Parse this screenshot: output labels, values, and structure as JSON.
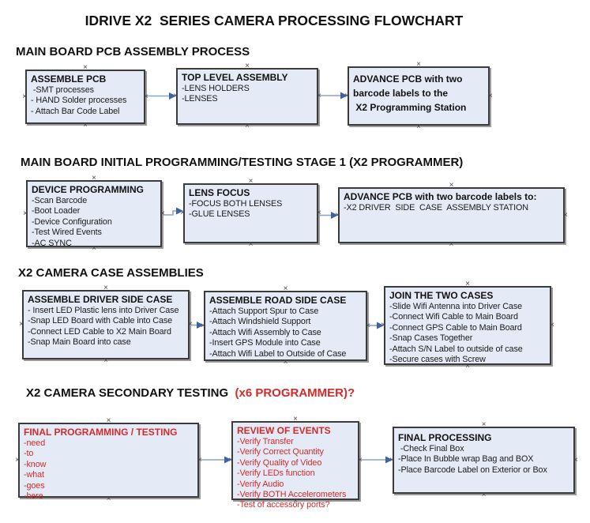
{
  "title": "IDRIVE X2  SERIES CAMERA PROCESSING FLOWCHART",
  "colors": {
    "box_fill": "#e5ebf6",
    "box_border": "#3b3b3b",
    "box_shadow": "#9b9b9b",
    "arrow_line": "#8ba3c7",
    "arrow_head": "#3f639c",
    "red_text": "#d22b2b",
    "black_text": "#111111"
  },
  "sections": [
    {
      "heading": "MAIN BOARD PCB ASSEMBLY PROCESS",
      "boxes": [
        {
          "title": "ASSEMBLE PCB",
          "lines": [
            " -SMT processes",
            "- HAND Solder processes",
            "- Attach Bar Code Label"
          ]
        },
        {
          "title": "TOP LEVEL ASSEMBLY",
          "lines": [
            "-LENS HOLDERS",
            "-LENSES"
          ]
        },
        {
          "bold_lines": [
            "ADVANCE PCB with two",
            "barcode labels to the",
            " X2 Programming Station"
          ]
        }
      ]
    },
    {
      "heading": "MAIN BOARD INITIAL PROGRAMMING/TESTING STAGE 1 (X2 PROGRAMMER)",
      "boxes": [
        {
          "title": "DEVICE PROGRAMMING",
          "lines": [
            "-Scan Barcode",
            "-Boot Loader",
            "-Device Configuration",
            "-Test Wired Events",
            "-AC SYNC"
          ]
        },
        {
          "title": "LENS FOCUS",
          "lines": [
            "-FOCUS BOTH LENSES",
            "-GLUE LENSES"
          ]
        },
        {
          "title": "ADVANCE PCB with two barcode labels to:",
          "lines": [
            "-X2 DRIVER  SIDE  CASE  ASSEMBLY STATION"
          ]
        }
      ]
    },
    {
      "heading": "X2 CAMERA CASE ASSEMBLIES",
      "boxes": [
        {
          "title": "ASSEMBLE DRIVER SIDE CASE",
          "lines": [
            "- Insert LED Plastic lens into Driver Case",
            "-Snap LED Board with Cable into Case",
            "-Connect LED Cable to X2 Main Board",
            "-Snap Main Board into case"
          ]
        },
        {
          "title": "ASSEMBLE ROAD SIDE CASE",
          "lines": [
            "-Attach Support Spur to Case",
            "-Attach Windshield Support",
            "-Attach Wifi Assembly to Case",
            "-Insert GPS Module into Case",
            "-Attach Wifi Label to Outside of Case"
          ]
        },
        {
          "title": "JOIN THE TWO CASES",
          "lines": [
            "-Slide Wifi Antenna into Driver Case",
            "-Connect Wifi Cable to Main Board",
            "-Connect GPS Cable to Main Board",
            "-Snap Cases Together",
            "-Attach S/N Label to outside of case",
            "-Secure cases with Screw"
          ]
        }
      ]
    },
    {
      "heading": "X2 CAMERA SECONDARY TESTING ",
      "heading_red": " (x6 PROGRAMMER)?",
      "boxes": [
        {
          "title": "FINAL PROGRAMMING / TESTING",
          "lines": [
            "-need",
            "-to",
            "-know",
            "-what",
            "-goes",
            "-here"
          ]
        },
        {
          "title": "REVIEW OF EVENTS",
          "lines": [
            "-Verify Transfer",
            "-Verify Correct Quantity",
            "-Verify Quality of Video",
            "-Verify LEDs function",
            "-Verify Audio",
            "-Verify BOTH Accelerometers",
            "-Test of accessory ports?"
          ]
        },
        {
          "title": "FINAL PROCESSING",
          "lines": [
            " -Check Final Box",
            "-Place In Bubble wrap Bag and BOX",
            "-Place Barcode Label on Exterior or Box"
          ]
        }
      ]
    }
  ]
}
